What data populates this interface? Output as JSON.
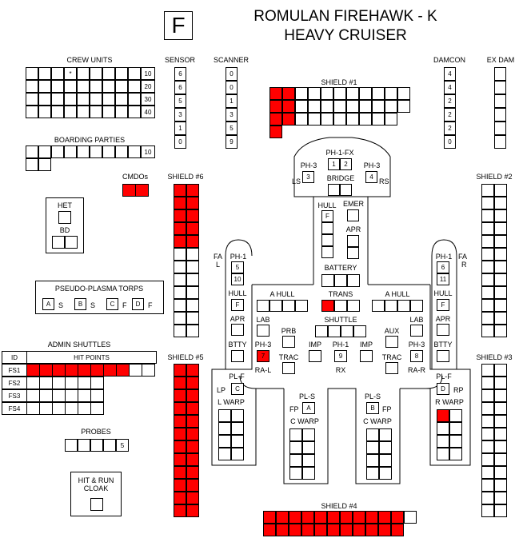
{
  "header": {
    "race_letter": "F",
    "title_line1": "ROMULAN FIREHAWK - K",
    "title_line2": "HEAVY CRUISER"
  },
  "crew": {
    "label": "CREW UNITS",
    "marker": "*",
    "row_labels": [
      "10",
      "20",
      "30",
      "40"
    ],
    "boarding_label": "BOARDING PARTIES",
    "boarding_row_label": "10"
  },
  "sensor": {
    "label": "SENSOR",
    "values": [
      "6",
      "6",
      "5",
      "3",
      "1",
      "0"
    ]
  },
  "scanner": {
    "label": "SCANNER",
    "values": [
      "0",
      "0",
      "1",
      "3",
      "5",
      "9"
    ]
  },
  "damcon": {
    "label": "DAMCON",
    "values": [
      "4",
      "4",
      "2",
      "2",
      "2",
      "0"
    ]
  },
  "exdam": {
    "label": "EX DAM"
  },
  "shields": {
    "s1": "SHIELD #1",
    "s2": "SHIELD #2",
    "s3": "SHIELD #3",
    "s4": "SHIELD #4",
    "s5": "SHIELD #5",
    "s6": "SHIELD #6"
  },
  "cmdos": {
    "label": "CMDOs"
  },
  "het": {
    "het_label": "HET",
    "bd_label": "BD"
  },
  "plasma": {
    "label": "PSEUDO-PLASMA TORPS",
    "tubes": [
      {
        "letter": "A",
        "type": "S"
      },
      {
        "letter": "B",
        "type": "S"
      },
      {
        "letter": "C",
        "type": "F"
      },
      {
        "letter": "D",
        "type": "F"
      }
    ]
  },
  "shuttles": {
    "label": "ADMIN SHUTTLES",
    "id_header": "ID",
    "hp_header": "HIT POINTS",
    "rows": [
      "FS1",
      "FS2",
      "FS3",
      "FS4"
    ]
  },
  "probes": {
    "label": "PROBES",
    "count": "5"
  },
  "cloak": {
    "label_line1": "HIT & RUN",
    "label_line2": "CLOAK"
  },
  "ship": {
    "ph1fx_label": "PH-1-FX",
    "ph1fx_boxes": [
      "1",
      "2"
    ],
    "ph3_left_label": "PH-3",
    "ph3_left_box": "3",
    "ls_label": "LS",
    "ph3_right_label": "PH-3",
    "ph3_right_box": "4",
    "rs_label": "RS",
    "bridge_label": "BRIDGE",
    "hull_fwd_label": "HULL",
    "hull_fwd_box": "F",
    "emer_label": "EMER",
    "apr_fwd_label": "APR",
    "battery_label": "BATTERY",
    "fal_line1": "FA",
    "fal_line2": "L",
    "far_line1": "FA",
    "far_line2": "R",
    "ph1_left_label": "PH-1",
    "ph1_left_boxes": [
      "5",
      "10"
    ],
    "ph1_right_label": "PH-1",
    "ph1_right_boxes": [
      "6",
      "11"
    ],
    "hull_left_label": "HULL",
    "hull_left_box": "F",
    "hull_right_label": "HULL",
    "hull_right_box": "F",
    "apr_left_label": "APR",
    "apr_right_label": "APR",
    "btty_left_label": "BTTY",
    "btty_right_label": "BTTY",
    "ahull_left_label": "A HULL",
    "ahull_right_label": "A HULL",
    "trans_label": "TRANS",
    "lab_left_label": "LAB",
    "lab_right_label": "LAB",
    "prb_label": "PRB",
    "shuttle_label": "SHUTTLE",
    "aux_label": "AUX",
    "ph3_ral_label": "PH-3",
    "ph3_ral_box": "7",
    "ral_label": "RA-L",
    "ph3_rar_label": "PH-3",
    "ph3_rar_box": "8",
    "rar_label": "RA-R",
    "trac_left_label": "TRAC",
    "trac_right_label": "TRAC",
    "imp_left_label": "IMP",
    "imp_right_label": "IMP",
    "ph1_rx_label": "PH-1",
    "ph1_rx_box": "9",
    "rx_label": "RX",
    "plf_left_label": "PL-F",
    "lp_label": "LP",
    "lp_box": "C",
    "lwarp_label": "L WARP",
    "plf_right_label": "PL-F",
    "rp_box": "D",
    "rp_label": "RP",
    "rwarp_label": "R WARP",
    "pls_left_label": "PL-S",
    "fp_left_label": "FP",
    "fp_left_box": "A",
    "cwarp_left_label": "C WARP",
    "pls_right_label": "PL-S",
    "fp_right_box": "B",
    "fp_right_label": "FP",
    "cwarp_right_label": "C WARP"
  }
}
